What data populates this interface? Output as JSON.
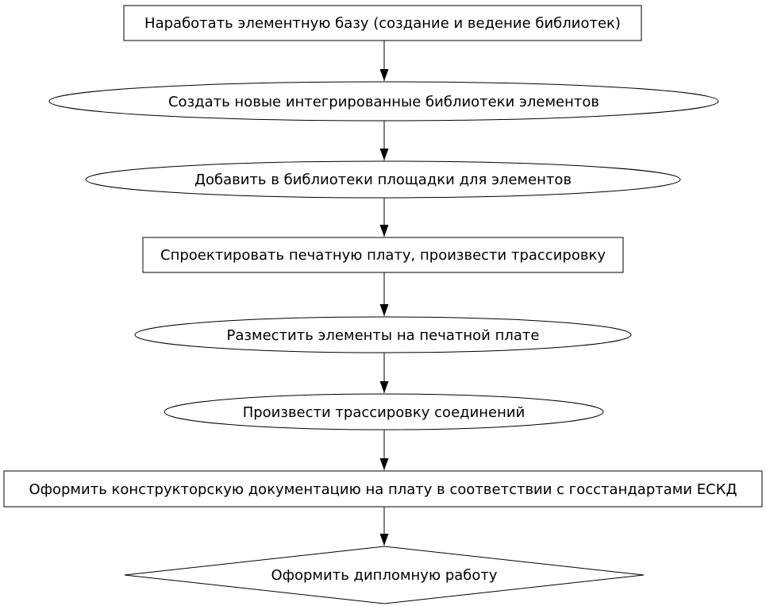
{
  "diagram": {
    "type": "flowchart",
    "direction": "top-to-bottom",
    "background_color": "#ffffff",
    "stroke_color": "#000000",
    "text_color": "#000000",
    "nodes": [
      {
        "id": "n1",
        "shape": "rectangle",
        "label": "Наработать элементную базу (создание и ведение библиотек)"
      },
      {
        "id": "n2",
        "shape": "ellipse",
        "label": "Создать новые интегрированные библиотеки элементов"
      },
      {
        "id": "n3",
        "shape": "ellipse",
        "label": "Добавить в библиотеки площадки для элементов"
      },
      {
        "id": "n4",
        "shape": "rectangle",
        "label": "Спроектировать печатную плату, произвести трассировку"
      },
      {
        "id": "n5",
        "shape": "ellipse",
        "label": "Разместить элементы на печатной плате"
      },
      {
        "id": "n6",
        "shape": "ellipse",
        "label": "Произвести трассировку соединений"
      },
      {
        "id": "n7",
        "shape": "rectangle",
        "label": "Оформить конструкторскую документацию на плату в соответствии с госстандартами ЕСКД"
      },
      {
        "id": "n8",
        "shape": "diamond",
        "label": "Оформить дипломную работу"
      }
    ],
    "edges": [
      {
        "from": "n1",
        "to": "n2",
        "arrowhead": "filled-triangle"
      },
      {
        "from": "n2",
        "to": "n3",
        "arrowhead": "filled-triangle"
      },
      {
        "from": "n3",
        "to": "n4",
        "arrowhead": "filled-triangle"
      },
      {
        "from": "n4",
        "to": "n5",
        "arrowhead": "filled-triangle"
      },
      {
        "from": "n5",
        "to": "n6",
        "arrowhead": "filled-triangle"
      },
      {
        "from": "n6",
        "to": "n7",
        "arrowhead": "filled-triangle"
      },
      {
        "from": "n7",
        "to": "n8",
        "arrowhead": "filled-triangle"
      }
    ]
  }
}
